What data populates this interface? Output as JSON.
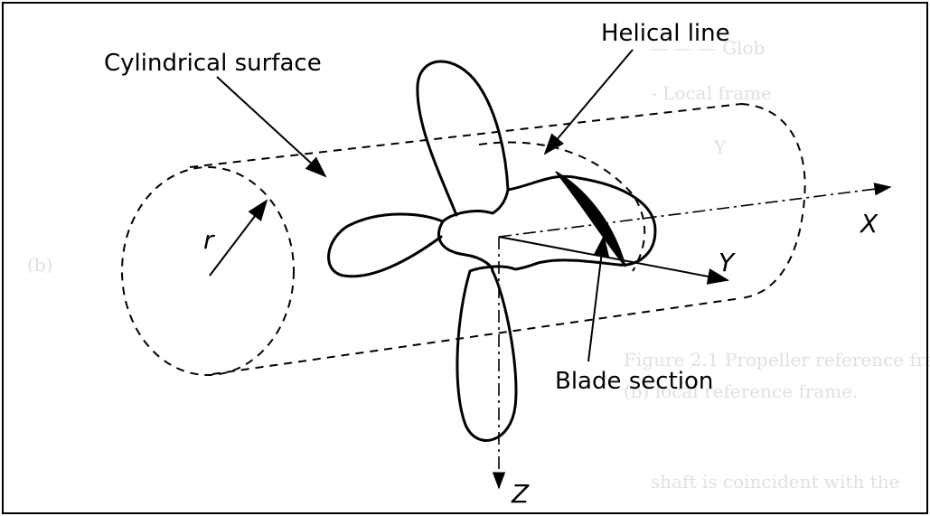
{
  "labels": {
    "cylindrical_surface": "Cylindrical surface",
    "helical_line": "Helical line",
    "blade_section": "Blade section",
    "radius": "r",
    "axis_x": "X",
    "axis_y": "Y",
    "axis_z": "Z"
  },
  "colors": {
    "ink": "#000000",
    "paper": "#ffffff"
  }
}
